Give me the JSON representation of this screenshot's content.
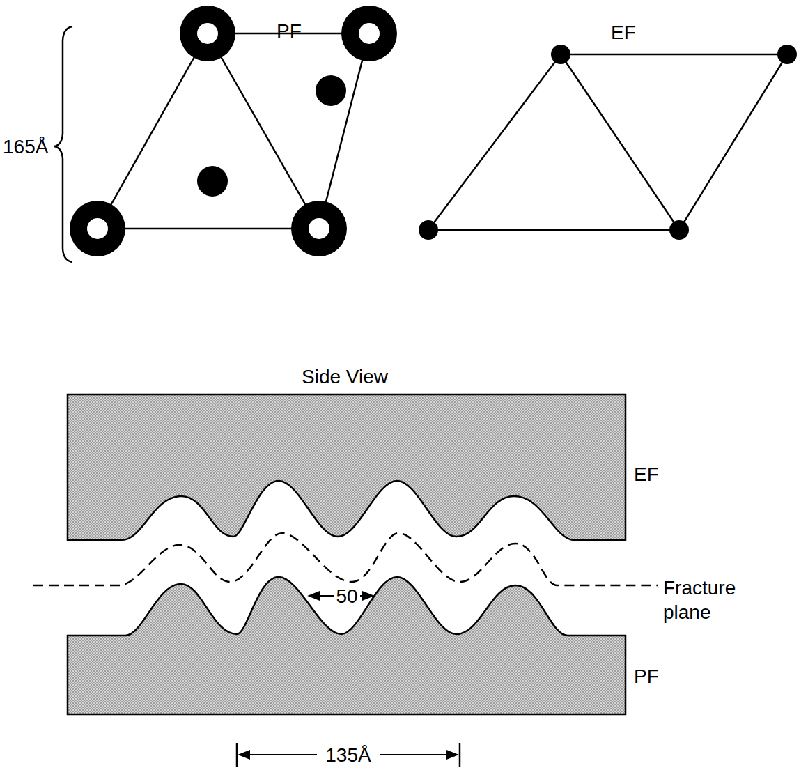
{
  "diagram": {
    "labels": [
      "PF",
      "165Å",
      "EF",
      "Side View",
      "EF",
      "Fracture plane",
      "50",
      "PF",
      "135Å"
    ]
  }
}
